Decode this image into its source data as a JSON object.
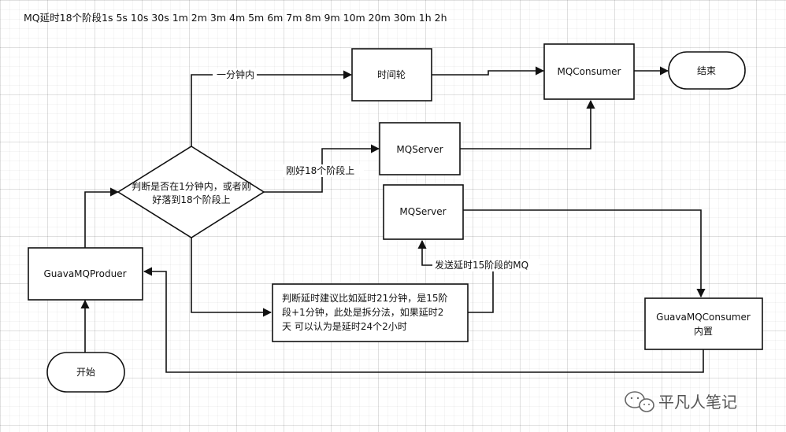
{
  "title": "MQ延时18个阶段1s 5s 10s 30s 1m 2m 3m 4m 5m 6m 7m 8m 9m 10m 20m 30m 1h 2h",
  "nodes": {
    "start": "开始",
    "producer": "GuavaMQProduer",
    "decision_line1": "判断是否在1分钟内，或者刚",
    "decision_line2": "好落到18个阶段上",
    "time_wheel": "时间轮",
    "mq_consumer": "MQConsumer",
    "end": "结束",
    "mq_server_top": "MQServer",
    "mq_server_bottom": "MQServer",
    "split_line1": "判断延时建议比如延时21分钟，是15阶",
    "split_line2": "段+1分钟，此处是拆分法，如果延时2",
    "split_line3": "天 可以认为是延时24个2小时",
    "guava_consumer_line1": "GuavaMQConsumer",
    "guava_consumer_line2": "内置"
  },
  "edges": {
    "within_minute": "一分钟内",
    "exact_stage": "刚好18个阶段上",
    "send_stage15": "发送延时15阶段的MQ"
  },
  "watermark": "平凡人笔记"
}
